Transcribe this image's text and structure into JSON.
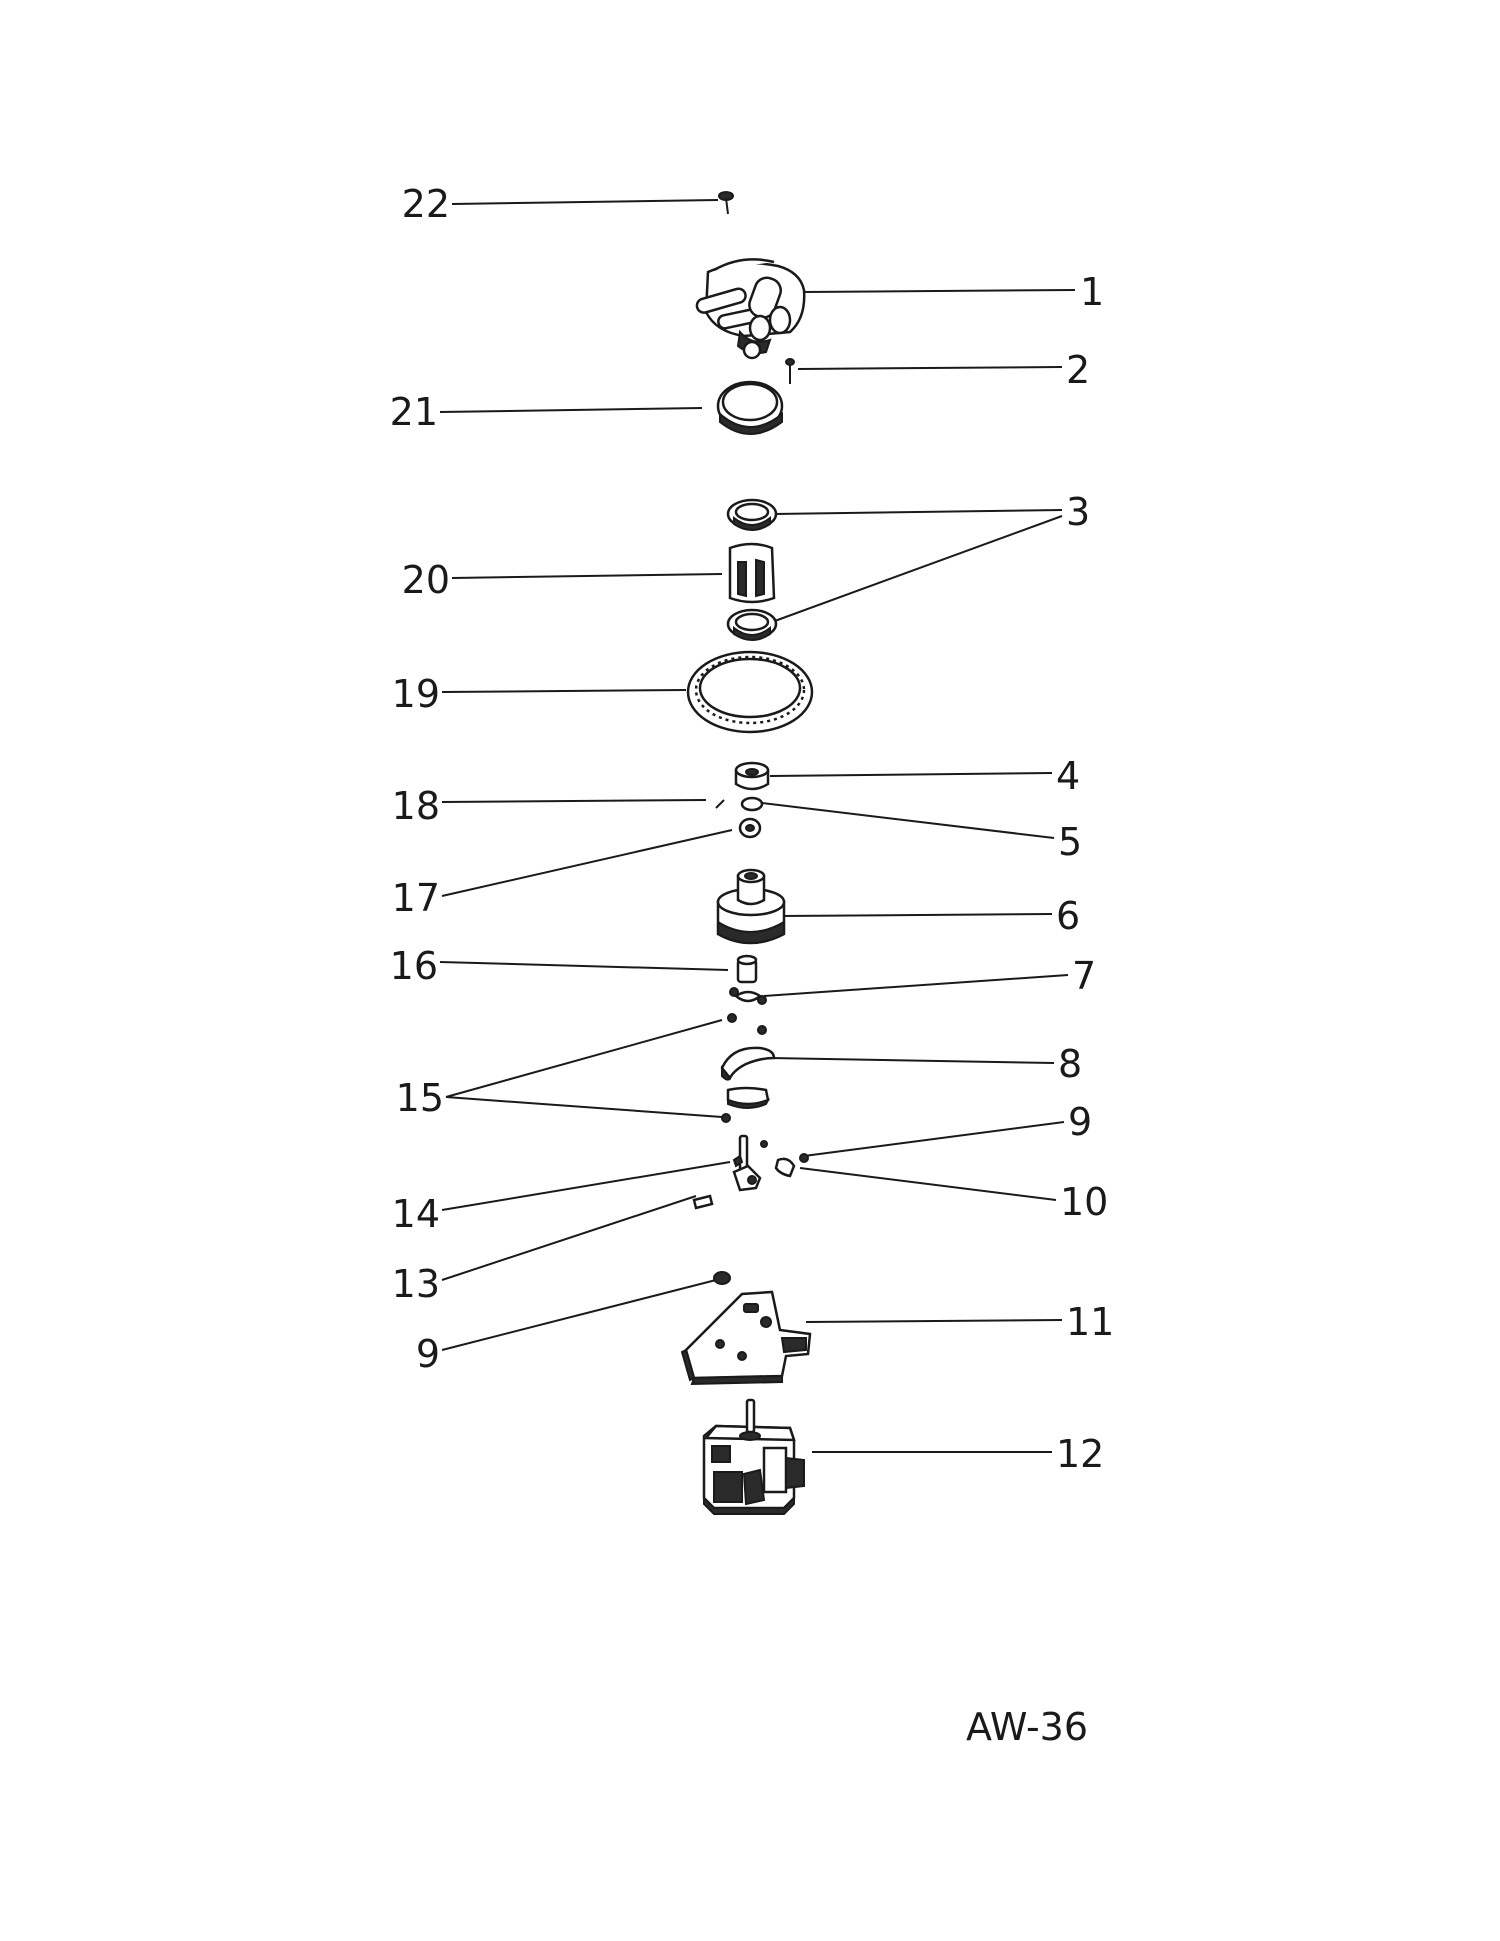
{
  "diagram_code": "AW-36",
  "parts": [
    {
      "id": "p22",
      "label": "22",
      "icon": "screw-icon"
    },
    {
      "id": "p1",
      "label": "1",
      "icon": "distributor-cap-icon"
    },
    {
      "id": "p2",
      "label": "2",
      "icon": "screw-icon"
    },
    {
      "id": "p21",
      "label": "21",
      "icon": "gasket-ring-icon"
    },
    {
      "id": "p3",
      "label": "3",
      "icon": "clip-icon"
    },
    {
      "id": "p20",
      "label": "20",
      "icon": "rotor-icon"
    },
    {
      "id": "p19",
      "label": "19",
      "icon": "dust-seal-ring-icon"
    },
    {
      "id": "p4",
      "label": "4",
      "icon": "bushing-icon"
    },
    {
      "id": "p18",
      "label": "18",
      "icon": "pin-icon"
    },
    {
      "id": "p5",
      "label": "5",
      "icon": "snap-ring-icon"
    },
    {
      "id": "p17",
      "label": "17",
      "icon": "washer-icon"
    },
    {
      "id": "p6",
      "label": "6",
      "icon": "cam-assembly-icon"
    },
    {
      "id": "p16",
      "label": "16",
      "icon": "sleeve-icon"
    },
    {
      "id": "p7",
      "label": "7",
      "icon": "spring-icon"
    },
    {
      "id": "p15",
      "label": "15",
      "icon": "washer-icon"
    },
    {
      "id": "p8",
      "label": "8",
      "icon": "weight-icon"
    },
    {
      "id": "p9a",
      "label": "9",
      "icon": "nut-icon"
    },
    {
      "id": "p14",
      "label": "14",
      "icon": "shaft-icon"
    },
    {
      "id": "p10",
      "label": "10",
      "icon": "bracket-icon"
    },
    {
      "id": "p13",
      "label": "13",
      "icon": "key-icon"
    },
    {
      "id": "p9b",
      "label": "9",
      "icon": "nut-icon"
    },
    {
      "id": "p11",
      "label": "11",
      "icon": "base-plate-icon"
    },
    {
      "id": "p12",
      "label": "12",
      "icon": "housing-icon"
    }
  ]
}
